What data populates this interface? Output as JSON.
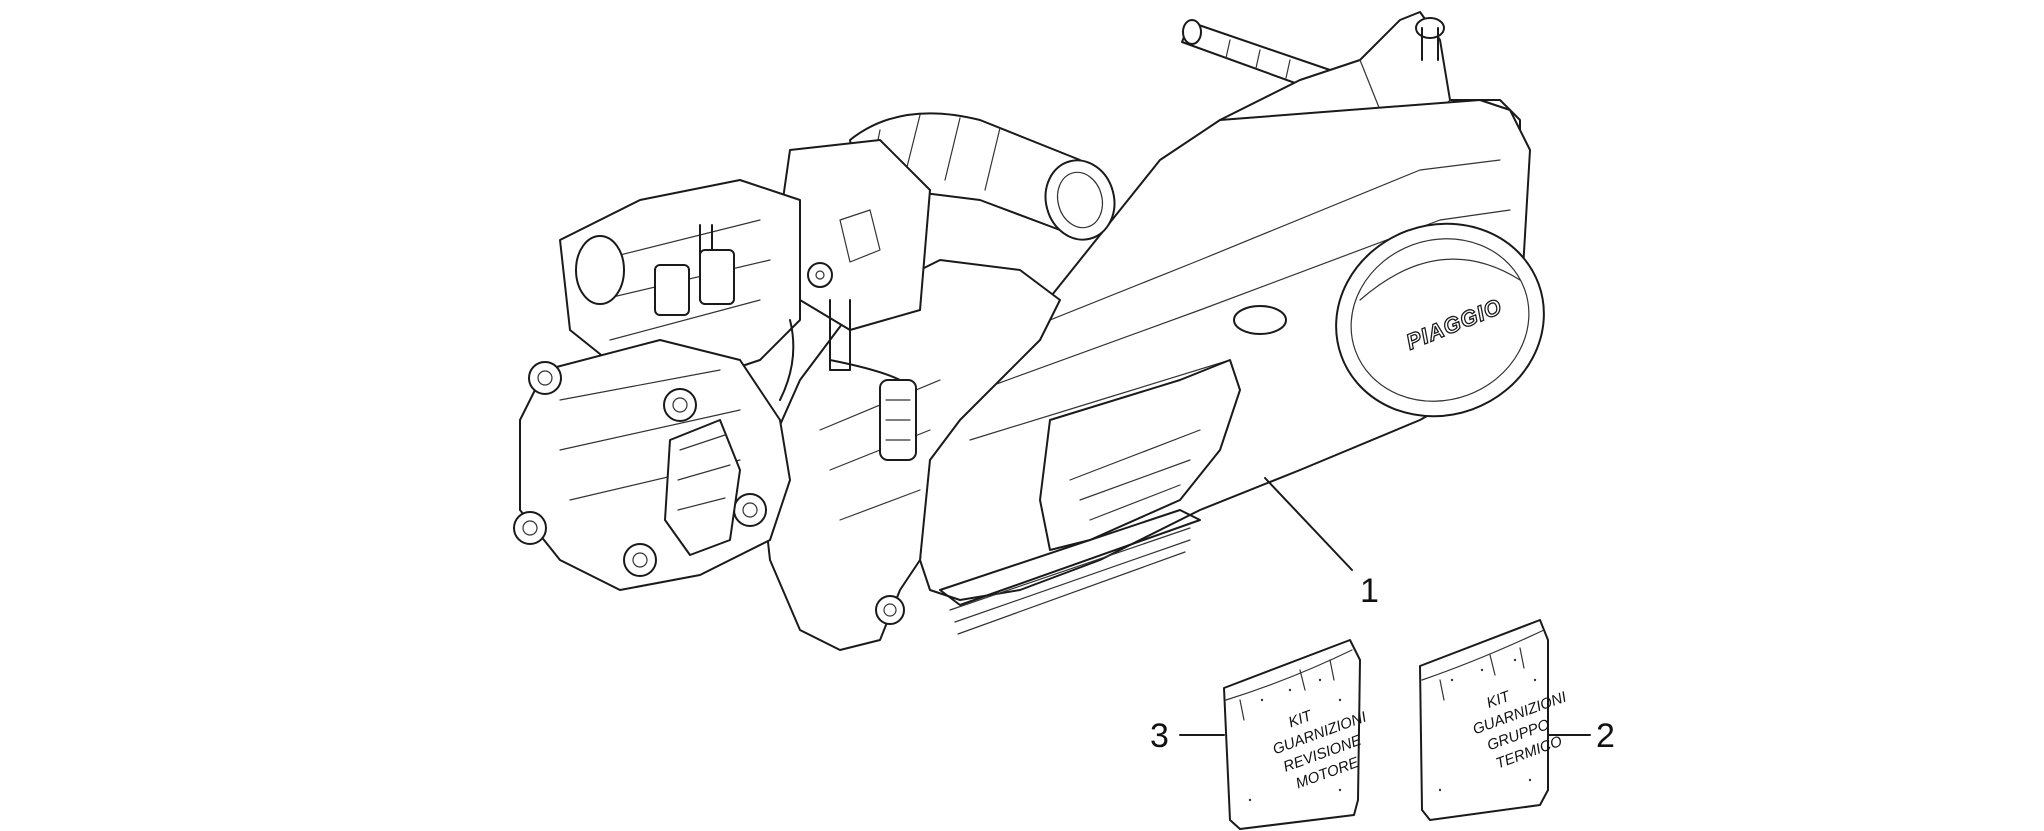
{
  "diagram": {
    "callouts": [
      {
        "id": "1",
        "label": "1"
      },
      {
        "id": "2",
        "label": "2"
      },
      {
        "id": "3",
        "label": "3"
      }
    ],
    "engine_logo": "PIAGGIO",
    "bag_engine_revision_kit": {
      "lines": [
        "KIT",
        "GUARNIZIONI",
        "REVISIONE",
        "MOTORE"
      ]
    },
    "bag_thermal_group_kit": {
      "lines": [
        "KIT",
        "GUARNIZIONI",
        "GRUPPO",
        "TERMICO"
      ]
    }
  }
}
